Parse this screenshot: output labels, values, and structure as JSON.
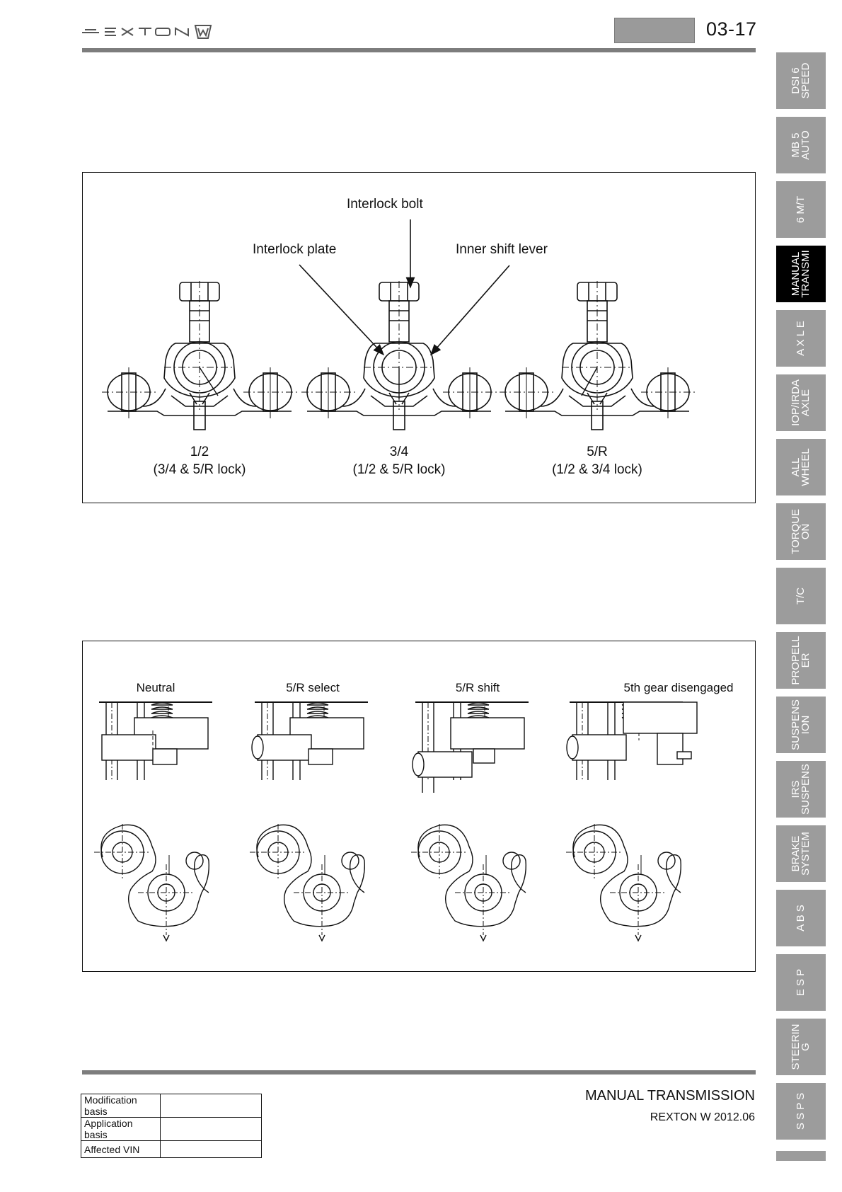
{
  "header": {
    "logo_text": "REXTON",
    "page_number": "03-17"
  },
  "figure1": {
    "callouts": {
      "interlock_bolt": "Interlock bolt",
      "interlock_plate": "Interlock plate",
      "inner_shift_lever": "Inner shift lever"
    },
    "positions": [
      {
        "gear": "1/2",
        "lock": "(3/4 & 5/R lock)"
      },
      {
        "gear": "3/4",
        "lock": "(1/2 & 5/R lock)"
      },
      {
        "gear": "5/R",
        "lock": "(1/2 & 3/4 lock)"
      }
    ]
  },
  "figure2": {
    "stages": [
      "Neutral",
      "5/R select",
      "5/R shift",
      "5th gear disengaged"
    ]
  },
  "side_tabs": [
    {
      "label": "DSI 6\nSPEED",
      "active": false
    },
    {
      "label": "MB 5\nAUTO",
      "active": false
    },
    {
      "label": "6 M/T",
      "active": false
    },
    {
      "label": "MANUAL\nTRANSMI",
      "active": true
    },
    {
      "label": "A X L E",
      "active": false
    },
    {
      "label": "IOP/IRDA\nAXLE",
      "active": false
    },
    {
      "label": "ALL\nWHEEL",
      "active": false
    },
    {
      "label": "TORQUE\nON",
      "active": false
    },
    {
      "label": "T/C",
      "active": false
    },
    {
      "label": "PROPELL\nER",
      "active": false
    },
    {
      "label": "SUSPENS\nION",
      "active": false
    },
    {
      "label": "IRS\nSUSPENS",
      "active": false
    },
    {
      "label": "BRAKE\nSYSTEM",
      "active": false
    },
    {
      "label": "A B S",
      "active": false
    },
    {
      "label": "E S P",
      "active": false
    },
    {
      "label": "STEERIN\nG",
      "active": false
    },
    {
      "label": "S S P S",
      "active": false
    }
  ],
  "footer": {
    "table": [
      {
        "label": "Modification basis",
        "value": ""
      },
      {
        "label": "Application basis",
        "value": ""
      },
      {
        "label": "Affected VIN",
        "value": ""
      }
    ],
    "title": "MANUAL TRANSMISSION",
    "subtitle": "REXTON W 2012.06"
  }
}
